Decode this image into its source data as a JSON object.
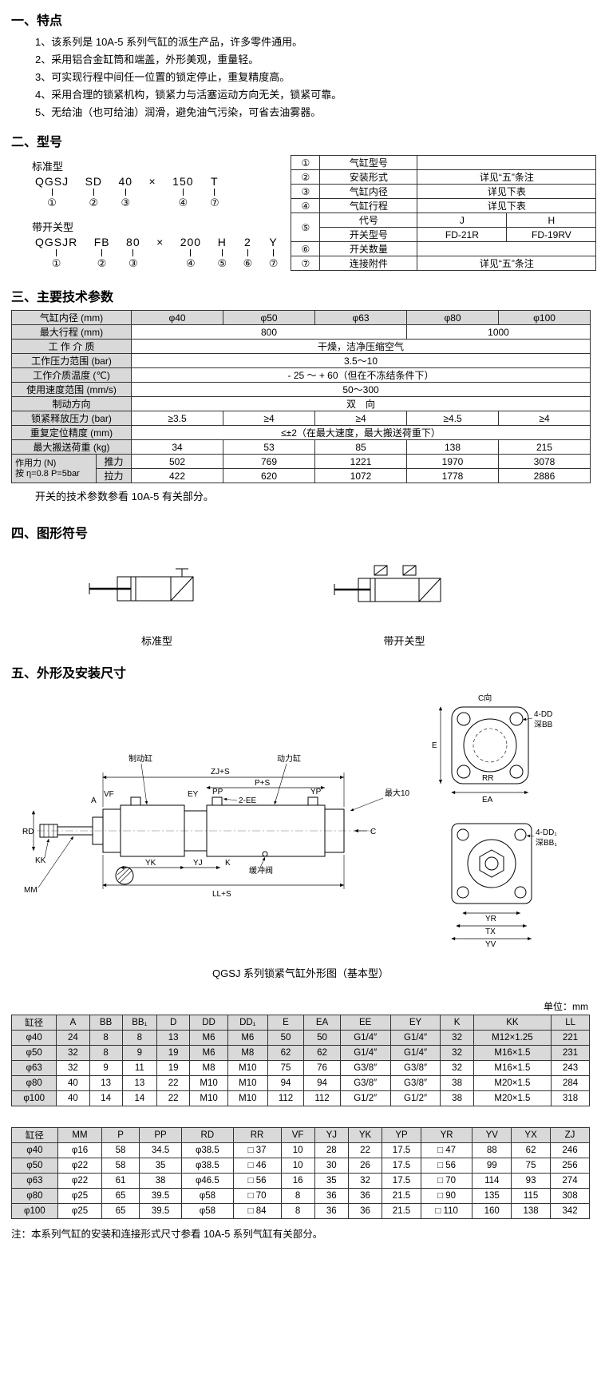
{
  "features": {
    "heading": "一、特点",
    "items": [
      "1、该系列是 10A-5 系列气缸的派生产品，许多零件通用。",
      "2、采用铝合金缸筒和端盖，外形美观，重量轻。",
      "3、可实现行程中间任一位置的锁定停止，重复精度高。",
      "4、采用合理的锁紧机构，锁紧力与活塞运动方向无关，锁紧可靠。",
      "5、无给油（也可给油）润滑，避免油气污染，可省去油雾器。"
    ]
  },
  "model": {
    "heading": "二、型号",
    "standard": {
      "label": "标准型",
      "parts": [
        {
          "p": "QGSJ",
          "m": "①"
        },
        {
          "p": "SD",
          "m": "②"
        },
        {
          "p": "40",
          "m": "③"
        },
        {
          "p": "×",
          "m": ""
        },
        {
          "p": "150",
          "m": "④"
        },
        {
          "p": "T",
          "m": "⑦"
        }
      ]
    },
    "switch_type": {
      "label": "带开关型",
      "parts": [
        {
          "p": "QGSJR",
          "m": "①"
        },
        {
          "p": "FB",
          "m": "②"
        },
        {
          "p": "80",
          "m": "③"
        },
        {
          "p": "×",
          "m": ""
        },
        {
          "p": "200",
          "m": "④"
        },
        {
          "p": "H",
          "m": "⑤"
        },
        {
          "p": "2",
          "m": "⑥"
        },
        {
          "p": "Y",
          "m": "⑦"
        }
      ]
    },
    "legend": {
      "r1_mark": "①",
      "r1_name": "气缸型号",
      "r2_mark": "②",
      "r2_name": "安装形式",
      "r2_value": "详见“五”条注",
      "r3_mark": "③",
      "r3_name": "气缸内径",
      "r3_value": "详见下表",
      "r4_mark": "④",
      "r4_name": "气缸行程",
      "r4_value": "详见下表",
      "r5_mark": "⑤",
      "r5a_name": "代号",
      "r5a_j": "J",
      "r5a_h": "H",
      "r5b_name": "开关型号",
      "r5b_j": "FD-21R",
      "r5b_h": "FD-19RV",
      "r6_mark": "⑥",
      "r6_name": "开关数量",
      "r7_mark": "⑦",
      "r7_name": "连接附件",
      "r7_value": "详见“五”条注"
    }
  },
  "params": {
    "heading": "三、主要技术参数",
    "bore": {
      "label": "气缸内径 (mm)",
      "values": [
        "φ40",
        "φ50",
        "φ63",
        "φ80",
        "φ100"
      ]
    },
    "stroke": {
      "label": "最大行程 (mm)",
      "v1": "800",
      "v2": "1000"
    },
    "medium": {
      "label": "工 作 介 质",
      "value": "干燥，洁净压缩空气"
    },
    "pressure": {
      "label": "工作压力范围 (bar)",
      "value": "3.5～10"
    },
    "temperature": {
      "label": "工作介质温度 (℃)",
      "value": "- 25 ～ + 60（但在不冻结条件下）"
    },
    "speed": {
      "label": "使用速度范围 (mm/s)",
      "value": "50～300"
    },
    "direction": {
      "label": "制动方向",
      "value": "双　向"
    },
    "release": {
      "label": "锁紧释放压力 (bar)",
      "values": [
        "≥3.5",
        "≥4",
        "≥4",
        "≥4.5",
        "≥4"
      ]
    },
    "accuracy": {
      "label": "重复定位精度 (mm)",
      "value": "≤±2（在最大速度，最大搬送荷重下）"
    },
    "load": {
      "label": "最大搬送荷重 (kg)",
      "values": [
        "34",
        "53",
        "85",
        "138",
        "215"
      ]
    },
    "force_label_line1": "作用力 (N)",
    "force_label_line2": "按 η=0.8 P=5bar",
    "push": {
      "label": "推力",
      "values": [
        "502",
        "769",
        "1221",
        "1970",
        "3078"
      ]
    },
    "pull": {
      "label": "拉力",
      "values": [
        "422",
        "620",
        "1072",
        "1778",
        "2886"
      ]
    },
    "note": "开关的技术参数参看 10A-5 有关部分。"
  },
  "symbols": {
    "heading": "四、图形符号",
    "standard_label": "标准型",
    "switch_label": "带开关型"
  },
  "outline": {
    "heading": "五、外形及安装尺寸",
    "caption": "QGSJ 系列锁紧气缸外形图（基本型）",
    "unit": "单位：mm",
    "note": "注：本系列气缸的安装和连接形式尺寸参看 10A-5 系列气缸有关部分。",
    "labels": {
      "brake_cyl": "制动缸",
      "power_cyl": "动力缸",
      "zjs": "ZJ+S",
      "vf": "VF",
      "ey": "EY",
      "pp": "PP",
      "ps": "P+S",
      "yp": "YP",
      "ee2": "2-EE",
      "max10": "最大10",
      "a": "A",
      "rd": "RD",
      "kk": "KK",
      "mm": "MM",
      "yk": "YK",
      "yj": "YJ",
      "k": "K",
      "buffer_valve": "缓冲阀",
      "lls": "LL+S",
      "c": "C",
      "c_view": "C向",
      "dd4": "4-DD",
      "deep_bb": "深BB",
      "e": "E",
      "rr": "RR",
      "ea": "EA",
      "dd1_4": "4-DD₁",
      "deep_bb1": "深BB₁",
      "yr": "YR",
      "tx": "TX",
      "yv": "YV"
    }
  },
  "dims1": {
    "headers": [
      "缸径",
      "A",
      "BB",
      "BB₁",
      "D",
      "DD",
      "DD₁",
      "E",
      "EA",
      "EE",
      "EY",
      "K",
      "KK",
      "LL"
    ],
    "rows": [
      [
        "φ40",
        "24",
        "8",
        "8",
        "13",
        "M6",
        "M6",
        "50",
        "50",
        "G1/4″",
        "G1/4″",
        "32",
        "M12×1.25",
        "221"
      ],
      [
        "φ50",
        "32",
        "8",
        "9",
        "19",
        "M6",
        "M8",
        "62",
        "62",
        "G1/4″",
        "G1/4″",
        "32",
        "M16×1.5",
        "231"
      ],
      [
        "φ63",
        "32",
        "9",
        "11",
        "19",
        "M8",
        "M10",
        "75",
        "76",
        "G3/8″",
        "G3/8″",
        "32",
        "M16×1.5",
        "243"
      ],
      [
        "φ80",
        "40",
        "13",
        "13",
        "22",
        "M10",
        "M10",
        "94",
        "94",
        "G3/8″",
        "G3/8″",
        "38",
        "M20×1.5",
        "284"
      ],
      [
        "φ100",
        "40",
        "14",
        "14",
        "22",
        "M10",
        "M10",
        "112",
        "112",
        "G1/2″",
        "G1/2″",
        "38",
        "M20×1.5",
        "318"
      ]
    ],
    "shaded_rows": [
      0,
      1
    ]
  },
  "dims2": {
    "headers": [
      "缸径",
      "MM",
      "P",
      "PP",
      "RD",
      "RR",
      "VF",
      "YJ",
      "YK",
      "YP",
      "YR",
      "YV",
      "YX",
      "ZJ"
    ],
    "rows": [
      [
        "φ40",
        "φ16",
        "58",
        "34.5",
        "φ38.5",
        "□ 37",
        "10",
        "28",
        "22",
        "17.5",
        "□ 47",
        "88",
        "62",
        "246"
      ],
      [
        "φ50",
        "φ22",
        "58",
        "35",
        "φ38.5",
        "□ 46",
        "10",
        "30",
        "26",
        "17.5",
        "□ 56",
        "99",
        "75",
        "256"
      ],
      [
        "φ63",
        "φ22",
        "61",
        "38",
        "φ46.5",
        "□ 56",
        "16",
        "35",
        "32",
        "17.5",
        "□ 70",
        "114",
        "93",
        "274"
      ],
      [
        "φ80",
        "φ25",
        "65",
        "39.5",
        "φ58",
        "□ 70",
        "8",
        "36",
        "36",
        "21.5",
        "□ 90",
        "135",
        "115",
        "308"
      ],
      [
        "φ100",
        "φ25",
        "65",
        "39.5",
        "φ58",
        "□ 84",
        "8",
        "36",
        "36",
        "21.5",
        "□ 110",
        "160",
        "138",
        "342"
      ]
    ],
    "shaded_rows": []
  }
}
